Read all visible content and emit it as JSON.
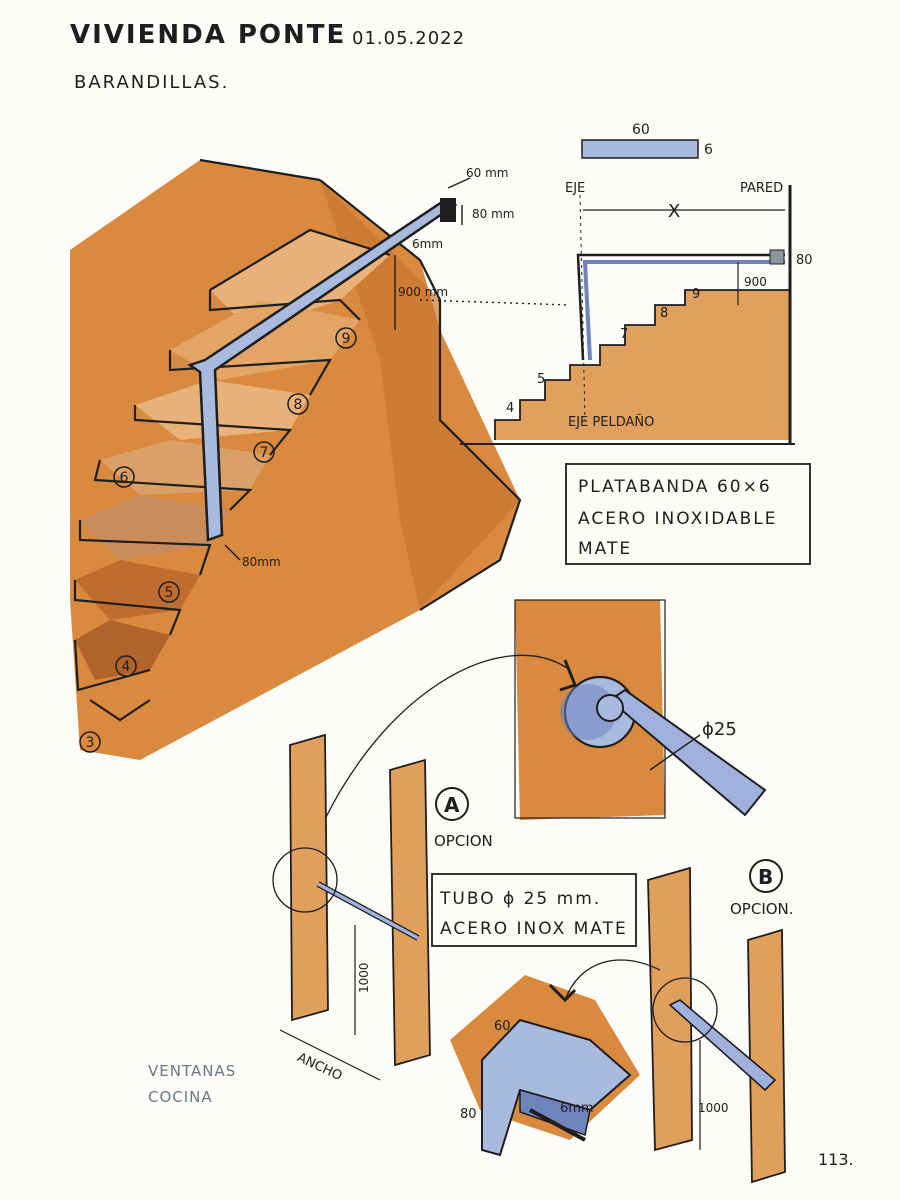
{
  "header": {
    "title": "VIVIENDA PONTE",
    "date": "01.05.2022",
    "subtitle": "BARANDILLAS."
  },
  "stair_sketch": {
    "step_numbers": [
      "3",
      "4",
      "5",
      "6",
      "7",
      "8",
      "9"
    ],
    "dims": {
      "width": "60 mm",
      "height": "80 mm",
      "thickness": "6mm",
      "rail_height": "900 mm",
      "base": "80mm"
    }
  },
  "elevation": {
    "bar_width": "60",
    "bar_thickness": "6",
    "eje": "EJE",
    "pared": "PARED",
    "x": "X",
    "h80": "80",
    "h900": "900",
    "step_numbers": [
      "4",
      "5",
      "7",
      "8",
      "9"
    ],
    "eje_peldano": "EJE PELDAÑO"
  },
  "spec_box": {
    "line1": "PLATABANDA  60×6",
    "line2": "ACERO INOXIDABLE",
    "line3": "MATE"
  },
  "detail_round": {
    "diameter": "ϕ25"
  },
  "option_a": {
    "letter": "A",
    "label": "OPCION",
    "height": "1000",
    "width": "ANCHO"
  },
  "tube_box": {
    "line1": "TUBO ϕ 25 mm.",
    "line2": "ACERO INOX MATE"
  },
  "option_b": {
    "letter": "B",
    "label": "OPCION.",
    "height": "1000"
  },
  "bracket": {
    "d60": "60",
    "d80": "80",
    "d6": "6mm"
  },
  "ventanas": "VENTANAS\nCOCINA",
  "page_number": "113.",
  "colors": {
    "wood": "#d98a3e",
    "wood_dark": "#b8652a",
    "wood_light": "#e8b27a",
    "steel": "#9fb1dc",
    "steel_dark": "#6f83bd",
    "ink": "#1e1e1e",
    "grey": "#8d969c"
  }
}
